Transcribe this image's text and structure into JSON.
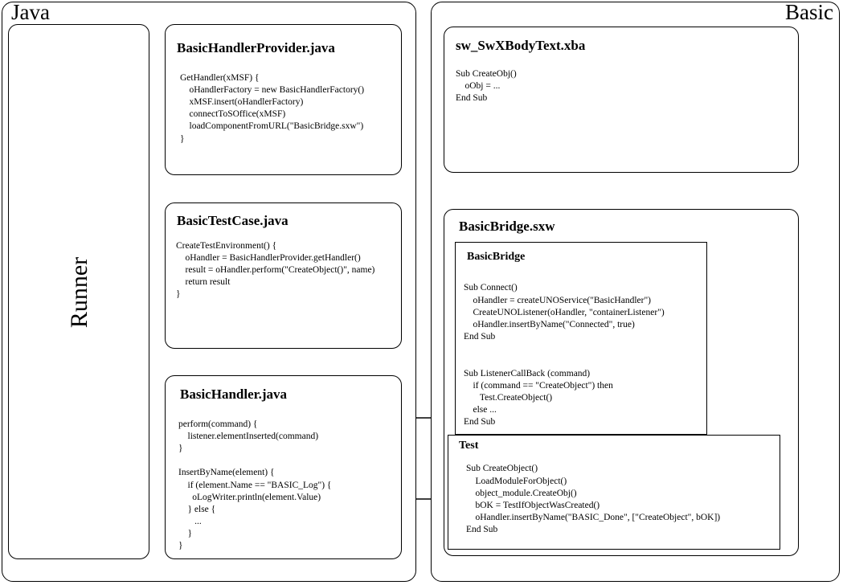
{
  "panels": {
    "java": {
      "label": "Java"
    },
    "basic": {
      "label": "Basic"
    }
  },
  "runner": {
    "label": "Runner"
  },
  "java_boxes": {
    "provider": {
      "title": "BasicHandlerProvider.java",
      "code": "GetHandler(xMSF) {\n    oHandlerFactory = new BasicHandlerFactory()\n    xMSF.insert(oHandlerFactory)\n    connectToSOffice(xMSF)\n    loadComponentFromURL(\"BasicBridge.sxw\")\n}"
    },
    "testcase": {
      "title": "BasicTestCase.java",
      "code": "CreateTestEnvironment() {\n    oHandler = BasicHandlerProvider.getHandler()\n    result = oHandler.perform(\"CreateObject()\", name)\n    return result\n}"
    },
    "handler": {
      "title": "BasicHandler.java",
      "code": "perform(command) {\n    listener.elementInserted(command)\n}\n\nInsertByName(element) {\n    if (element.Name == \"BASIC_Log\") {\n      oLogWriter.println(element.Value)\n    } else {\n       ...\n    }\n}"
    }
  },
  "basic_boxes": {
    "xba": {
      "title": "sw_SwXBodyText.xba",
      "code": "Sub CreateObj()\n    oObj = ...\nEnd Sub"
    },
    "sxw": {
      "title": "BasicBridge.sxw",
      "modules": {
        "basicbridge": {
          "title": "BasicBridge",
          "code": "Sub Connect()\n    oHandler = createUNOService(\"BasicHandler\")\n    CreateUNOListener(oHandler, \"containerListener\")\n    oHandler.insertByName(\"Connected\", true)\nEnd Sub\n\n\nSub ListenerCallBack (command)\n    if (command == \"CreateObject\") then\n       Test.CreateObject()\n    else ...\nEnd Sub"
        },
        "test": {
          "title": "Test",
          "code": "Sub CreateObject()\n    LoadModuleForObject()\n    object_module.CreateObj()\n    bOK = TestIfObjectWasCreated()\n    oHandler.insertByName(\"BASIC_Done\", [\"CreateObject\", bOK])\nEnd Sub"
        }
      }
    }
  },
  "connectors": {
    "runner_to_testcase": "runner-to-testcase-arrow",
    "testcase_to_runner": "testcase-to-runner-arrow",
    "provider_to_testcase": "provider-to-testcase-arrow",
    "testcase_to_provider": "testcase-to-provider-arrow",
    "testcase_to_handler": "testcase-to-handler-arrow",
    "handler_to_testcase": "handler-to-testcase-arrow",
    "handler_to_basicbridge": "handler-to-basicbridge-arrow",
    "test_to_handler": "test-to-handler-arrow",
    "xba_to_sxw": "xba-to-sxw-arrow",
    "sxw_to_xba": "sxw-to-xba-arrow"
  },
  "colors": {
    "stroke": "#000000",
    "background": "#ffffff"
  }
}
